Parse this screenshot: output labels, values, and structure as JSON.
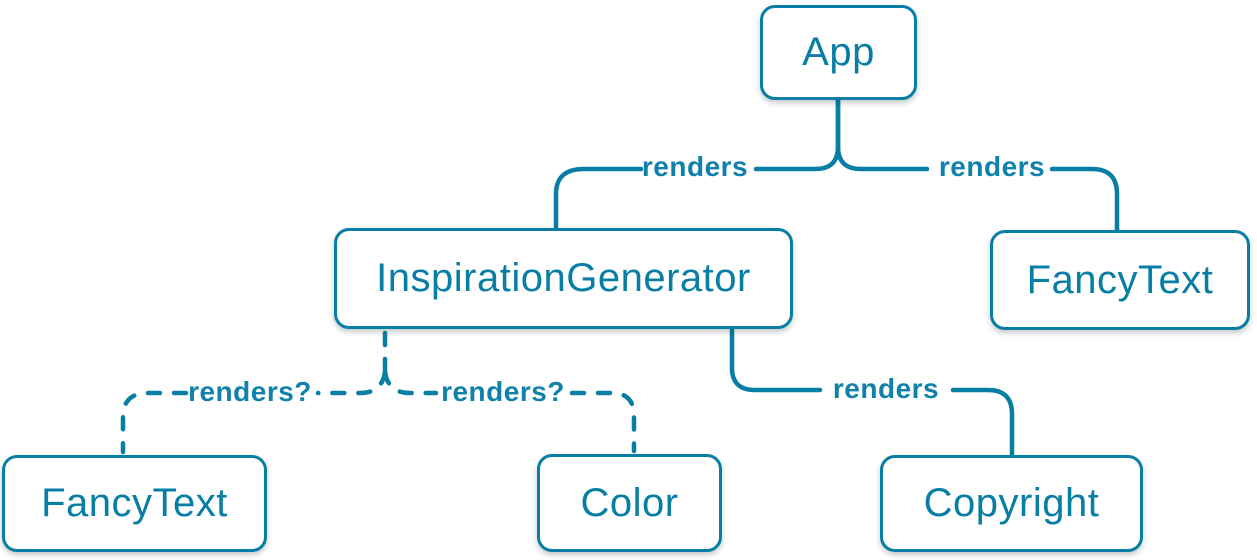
{
  "colors": {
    "accent": "#087EA4",
    "node_background": "#FFFFFF",
    "label_color": "#1081AB"
  },
  "diagram": {
    "type": "component-render-tree",
    "nodes": [
      {
        "id": "app",
        "label": "App"
      },
      {
        "id": "inspiration-generator",
        "label": "InspirationGenerator"
      },
      {
        "id": "fancy-text-top",
        "label": "FancyText"
      },
      {
        "id": "fancy-text-bottom",
        "label": "FancyText"
      },
      {
        "id": "color",
        "label": "Color"
      },
      {
        "id": "copyright",
        "label": "Copyright"
      }
    ],
    "edges": [
      {
        "from": "App",
        "to": "InspirationGenerator",
        "label": "renders",
        "style": "solid"
      },
      {
        "from": "App",
        "to": "FancyText",
        "label": "renders",
        "style": "solid"
      },
      {
        "from": "InspirationGenerator",
        "to": "FancyText",
        "label": "renders?",
        "style": "dashed"
      },
      {
        "from": "InspirationGenerator",
        "to": "Color",
        "label": "renders?",
        "style": "dashed"
      },
      {
        "from": "InspirationGenerator",
        "to": "Copyright",
        "label": "renders",
        "style": "solid"
      }
    ]
  }
}
